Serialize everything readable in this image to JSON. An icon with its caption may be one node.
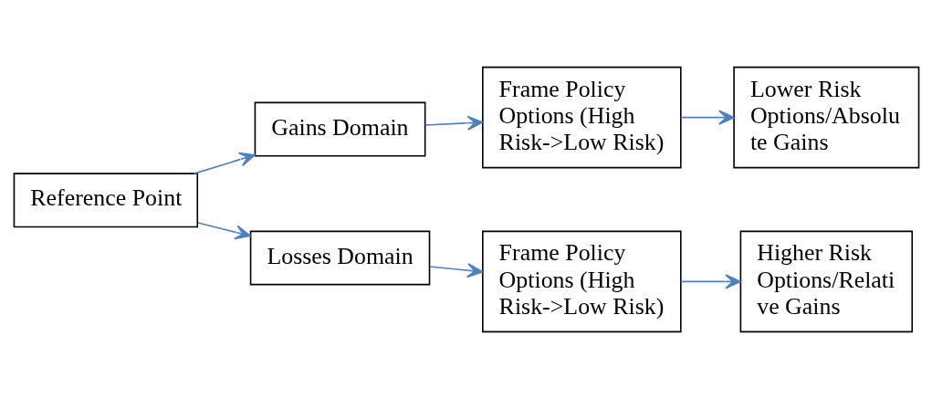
{
  "diagram": {
    "nodes": [
      {
        "text": [
          "Reference Point"
        ]
      },
      {
        "text": [
          "Gains Domain"
        ]
      },
      {
        "text": [
          "Frame Policy Options (High Risk->Low Risk)"
        ]
      },
      {
        "text": [
          "Lower Risk Options/Absolu te Gains"
        ]
      },
      {
        "text": [
          "Losses Domain"
        ]
      },
      {
        "text": [
          "Frame Policy Options (High Risk->Low Risk)"
        ]
      },
      {
        "text": [
          "Higher Risk Options/Relati ve Gains"
        ]
      }
    ],
    "edges": [
      {
        "from": 0,
        "to": 1,
        "arrow": "to"
      },
      {
        "from": 1,
        "to": 2,
        "arrow": "to"
      },
      {
        "from": 2,
        "to": 3,
        "arrow": "to"
      },
      {
        "from": 0,
        "to": 4,
        "arrow": "to"
      },
      {
        "from": 4,
        "to": 5,
        "arrow": "to"
      },
      {
        "from": 5,
        "to": 6,
        "arrow": "to"
      }
    ]
  }
}
